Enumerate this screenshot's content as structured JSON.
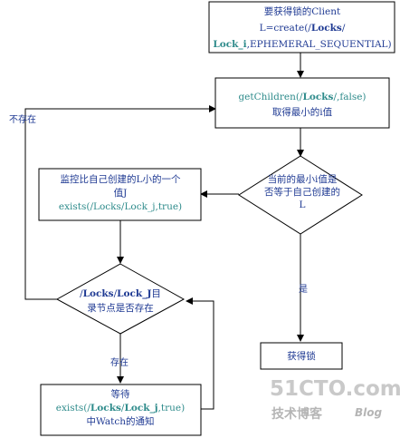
{
  "nodes": {
    "get_client": {
      "lines": [
        [
          {
            "text": "要获得锁的Client",
            "cls": "blue"
          }
        ],
        [
          {
            "text": "L=create(/",
            "cls": "blue"
          },
          {
            "text": "Locks",
            "cls": "blue b"
          },
          {
            "text": "/",
            "cls": "blue"
          }
        ],
        [
          {
            "text": "Lock_i",
            "cls": "teal b"
          },
          {
            "text": ",EPHEMERAL_SEQUENTIAL)",
            "cls": "blue"
          }
        ]
      ]
    },
    "get_children": {
      "lines": [
        [
          {
            "text": "getChildren(/",
            "cls": "teal"
          },
          {
            "text": "Locks",
            "cls": "teal b"
          },
          {
            "text": "/,false)",
            "cls": "teal"
          }
        ],
        [
          {
            "text": "取得最小的i值",
            "cls": "blue"
          }
        ]
      ]
    },
    "is_min": {
      "lines": [
        [
          {
            "text": "当前的最小i值是",
            "cls": "blue"
          }
        ],
        [
          {
            "text": "否等于自己创建的",
            "cls": "blue"
          }
        ],
        [
          {
            "text": "L",
            "cls": "blue"
          }
        ]
      ]
    },
    "watch_prev": {
      "lines": [
        [
          {
            "text": "监控比自己创建的L小的一个",
            "cls": "blue"
          }
        ],
        [
          {
            "text": "值J",
            "cls": "blue"
          }
        ],
        [
          {
            "text": "exists(/Locks/Lock_j,true)",
            "cls": "teal"
          }
        ]
      ]
    },
    "exists_check": {
      "lines": [
        [
          {
            "text": "/",
            "cls": "blue"
          },
          {
            "text": "Locks",
            "cls": "blue b"
          },
          {
            "text": "/",
            "cls": "blue"
          },
          {
            "text": "Lock_J",
            "cls": "blue b"
          },
          {
            "text": "目",
            "cls": "blue"
          }
        ],
        [
          {
            "text": "录节点是否存在",
            "cls": "blue"
          }
        ]
      ]
    },
    "wait": {
      "lines": [
        [
          {
            "text": "等待",
            "cls": "blue"
          }
        ],
        [
          {
            "text": "exists(/",
            "cls": "teal"
          },
          {
            "text": "Locks",
            "cls": "teal b"
          },
          {
            "text": "/",
            "cls": "teal"
          },
          {
            "text": "Lock_j",
            "cls": "teal b"
          },
          {
            "text": ",true)",
            "cls": "teal"
          }
        ],
        [
          {
            "text": "中Watch的通知",
            "cls": "blue"
          }
        ]
      ]
    },
    "acquired": {
      "lines": [
        [
          {
            "text": "获得锁",
            "cls": "blue"
          }
        ]
      ]
    }
  },
  "edge_labels": {
    "not_exist": "不存在",
    "yes": "是",
    "exists": "存在"
  },
  "watermark": {
    "brand": "51CTO.com",
    "sub": "技术博客",
    "blog": "Blog"
  }
}
